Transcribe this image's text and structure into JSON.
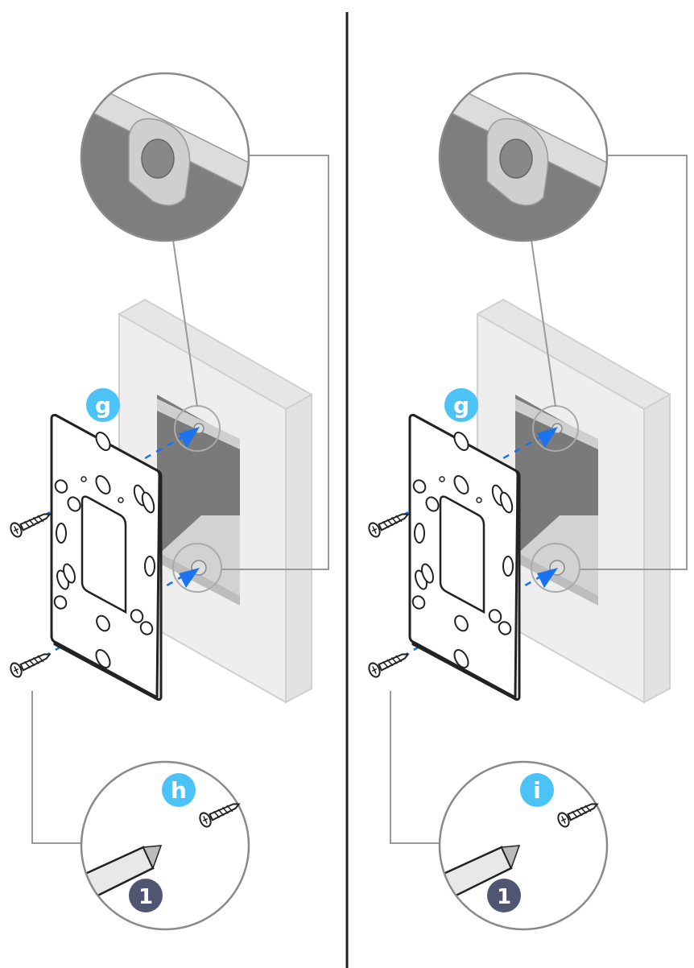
{
  "colors": {
    "badge_step": "#4cc3f7",
    "badge_tool": "#4f5672",
    "arrow": "#1a73f0",
    "wall": "#eeeeee",
    "box_dark": "#7a7a7a"
  },
  "panels": [
    {
      "step_label": "g",
      "screw_label": "h",
      "tool_label": "1"
    },
    {
      "step_label": "g",
      "screw_label": "i",
      "tool_label": "1"
    }
  ]
}
